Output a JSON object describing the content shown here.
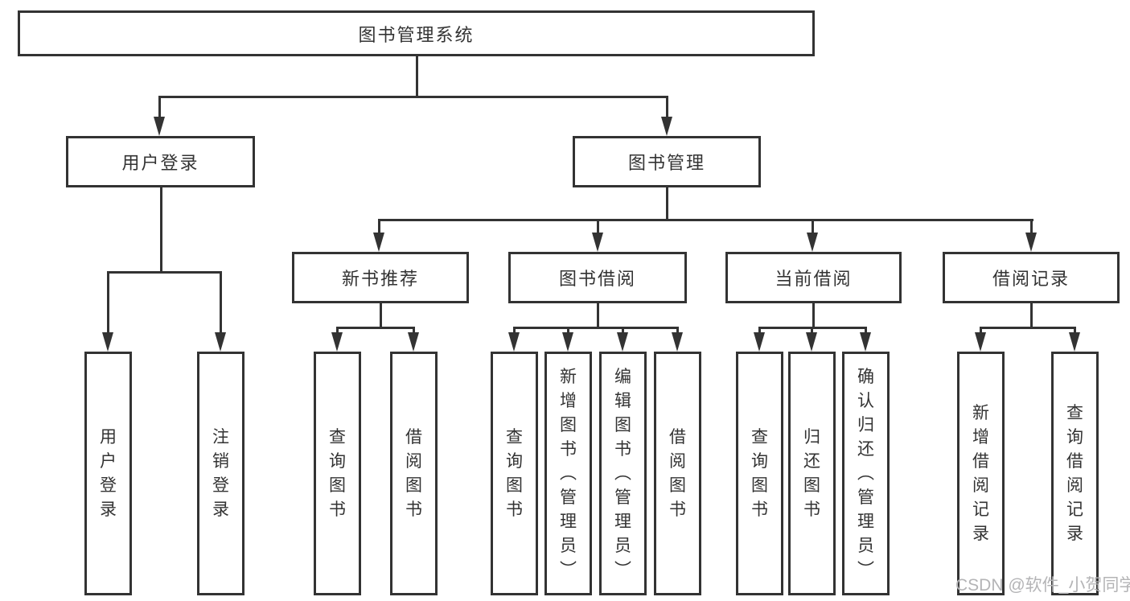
{
  "diagram": {
    "root": {
      "label": "图书管理系统"
    },
    "level1": {
      "user_login": {
        "label": "用户登录"
      },
      "book_mgmt": {
        "label": "图书管理"
      }
    },
    "level2": {
      "new_books": {
        "label": "新书推荐"
      },
      "borrowing": {
        "label": "图书借阅"
      },
      "current": {
        "label": "当前借阅"
      },
      "records": {
        "label": "借阅记录"
      }
    },
    "leaves": {
      "user_login": "用户登录",
      "logout": "注销登录",
      "query_books_1": "查询图书",
      "borrow_books_1": "借阅图书",
      "query_books_2": "查询图书",
      "add_books_admin": "新增图书（管理员）",
      "edit_books_admin": "编辑图书（管理员）",
      "borrow_books_2": "借阅图书",
      "query_books_3": "查询图书",
      "return_books": "归还图书",
      "confirm_return_admin": "确认归还（管理员）",
      "add_borrow_record": "新增借阅记录",
      "query_borrow_record": "查询借阅记录"
    },
    "watermark": "CSDN @软件_小贺同学"
  },
  "colors": {
    "line": "#333333",
    "text": "#333333",
    "watermark": "#b4b4b6",
    "background": "#ffffff"
  }
}
